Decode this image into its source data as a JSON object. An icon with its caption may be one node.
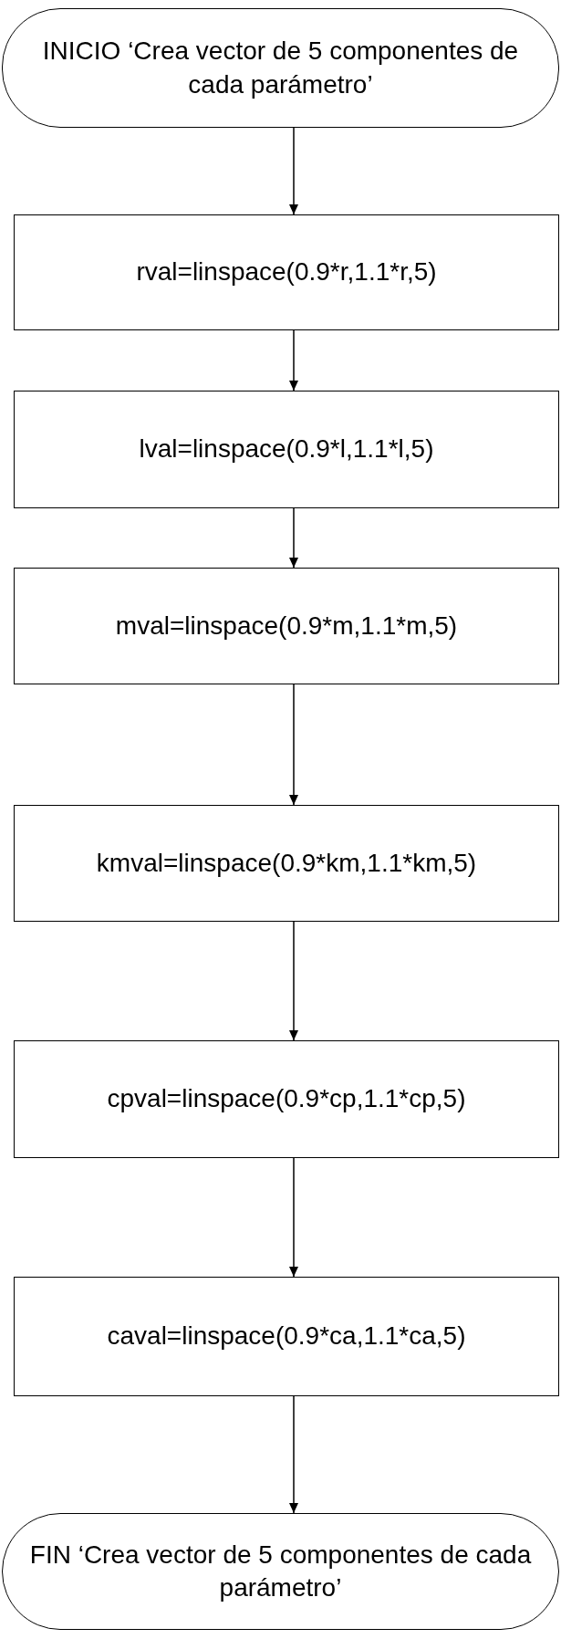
{
  "diagram": {
    "nodes": [
      {
        "text": [
          "INICIO ‘Crea vector de 5 componentes de cada parámetro’"
        ]
      },
      {
        "text": [
          "rval=linspace(0.9*r,1.1*r,5)"
        ]
      },
      {
        "text": [
          "lval=linspace(0.9*l,1.1*l,5)"
        ]
      },
      {
        "text": [
          "mval=linspace(0.9*m,1.1*m,5)"
        ]
      },
      {
        "text": [
          "kmval=linspace(0.9*km,1.1*km,5)"
        ]
      },
      {
        "text": [
          "cpval=linspace(0.9*cp,1.1*cp,5)"
        ]
      },
      {
        "text": [
          "caval=linspace(0.9*ca,1.1*ca,5)"
        ]
      },
      {
        "text": [
          "FIN ‘Crea vector de 5 componentes de cada parámetro’"
        ]
      }
    ],
    "edges": [
      {
        "from": 0,
        "to": 1,
        "arrow": "to"
      },
      {
        "from": 1,
        "to": 2,
        "arrow": "to"
      },
      {
        "from": 2,
        "to": 3,
        "arrow": "to"
      },
      {
        "from": 3,
        "to": 4,
        "arrow": "to"
      },
      {
        "from": 4,
        "to": 5,
        "arrow": "to"
      },
      {
        "from": 5,
        "to": 6,
        "arrow": "to"
      },
      {
        "from": 6,
        "to": 7,
        "arrow": "to"
      }
    ]
  }
}
